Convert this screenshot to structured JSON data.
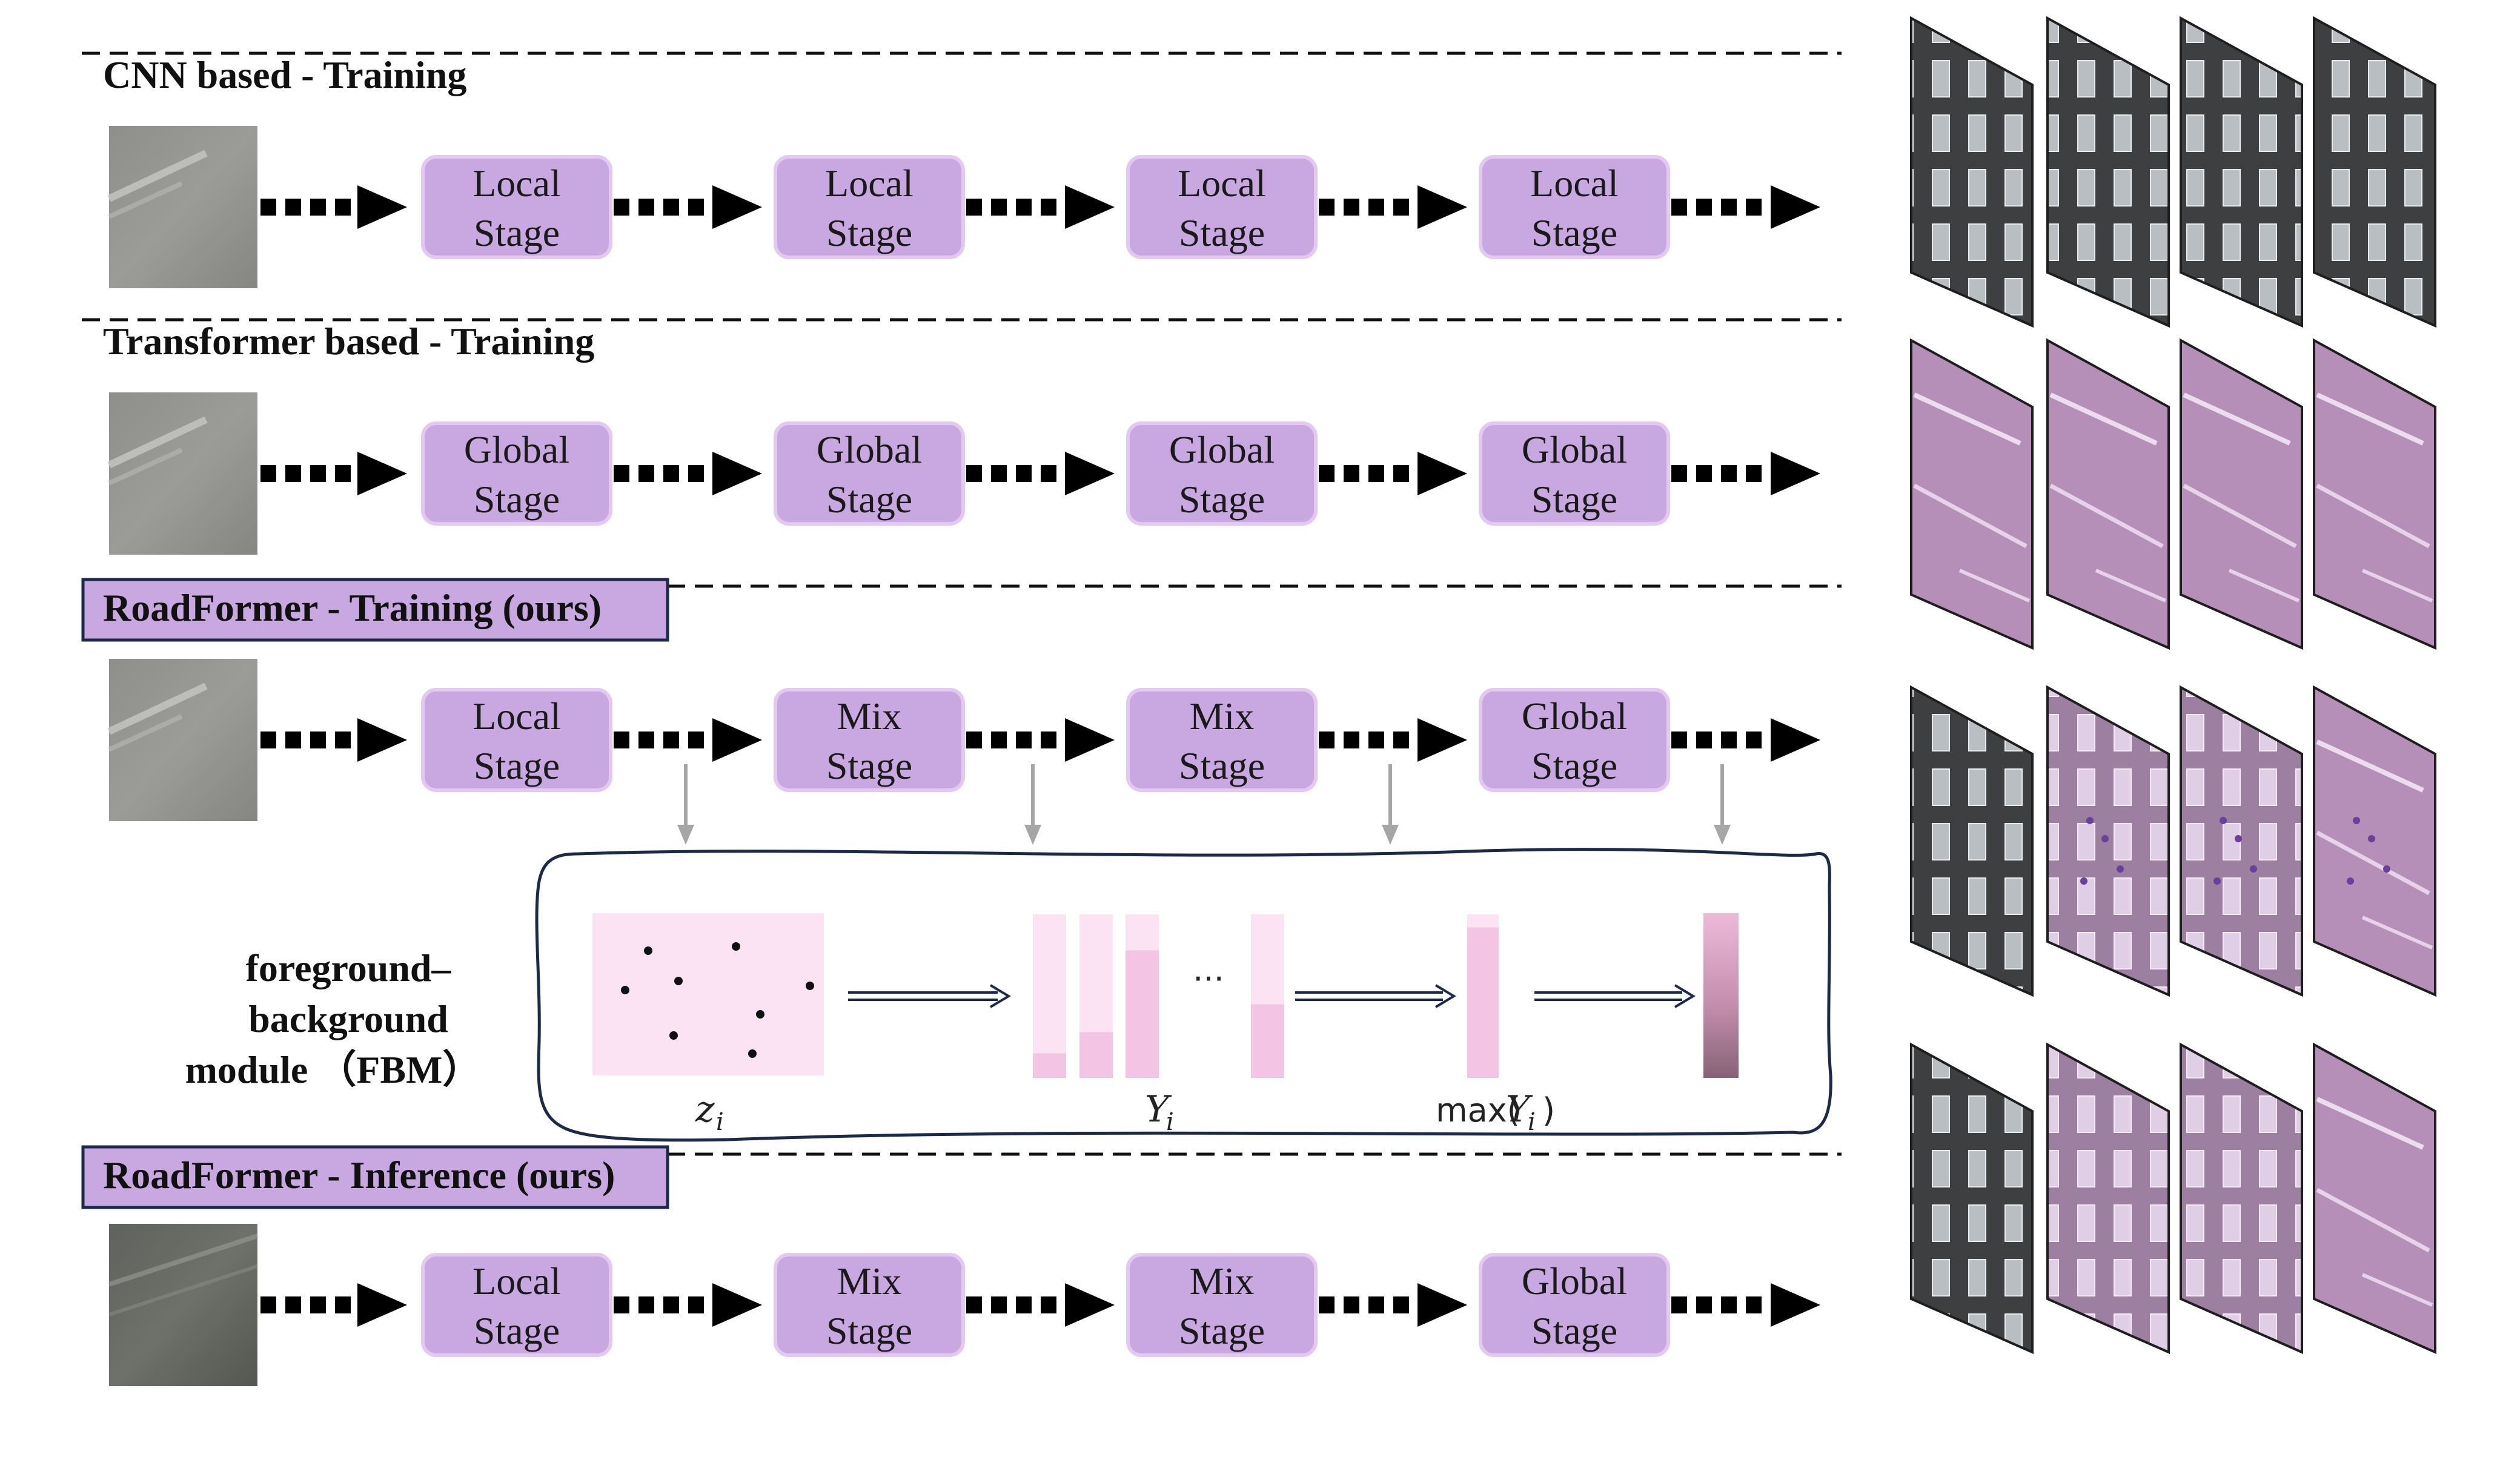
{
  "rows": [
    {
      "title": "CNN based - Training",
      "highlight": false,
      "stages": [
        [
          "Local",
          "Stage"
        ],
        [
          "Local",
          "Stage"
        ],
        [
          "Local",
          "Stage"
        ],
        [
          "Local",
          "Stage"
        ]
      ],
      "feature_style": [
        "gray",
        "gray",
        "gray",
        "gray"
      ]
    },
    {
      "title": "Transformer based - Training",
      "highlight": false,
      "stages": [
        [
          "Global",
          "Stage"
        ],
        [
          "Global",
          "Stage"
        ],
        [
          "Global",
          "Stage"
        ],
        [
          "Global",
          "Stage"
        ]
      ],
      "feature_style": [
        "purple",
        "purple",
        "purple",
        "purple"
      ]
    },
    {
      "title": "RoadFormer - Training (ours)",
      "highlight": true,
      "stages": [
        [
          "Local",
          "Stage"
        ],
        [
          "Mix",
          "Stage"
        ],
        [
          "Mix",
          "Stage"
        ],
        [
          "Global",
          "Stage"
        ]
      ],
      "feature_style": [
        "gray",
        "mixed",
        "mixed",
        "purple"
      ]
    },
    {
      "title": "RoadFormer - Inference (ours)",
      "highlight": true,
      "stages": [
        [
          "Local",
          "Stage"
        ],
        [
          "Mix",
          "Stage"
        ],
        [
          "Mix",
          "Stage"
        ],
        [
          "Global",
          "Stage"
        ]
      ],
      "feature_style": [
        "gray",
        "mixed",
        "mixed",
        "purple"
      ]
    }
  ],
  "fbm": {
    "label_lines": [
      "foreground–",
      "background",
      "module （FBM）"
    ],
    "z_label": "z",
    "z_sub": "i",
    "y_label": "Y",
    "y_sub": "i",
    "max_label": "max(",
    "max_var": "Y",
    "max_sub": "i",
    "max_close": ")",
    "ellipsis": "···",
    "y_bars": [
      0.15,
      0.28,
      0.78,
      0.45
    ],
    "max_bar": 0.92
  },
  "colors": {
    "stage_fill": "#c9a7e0",
    "stage_stroke": "#e3c9f0",
    "highlight_fill": "#c9a7e0",
    "highlight_stroke": "#1c2a4a",
    "bar_light": "#fbe3f3",
    "bar_dark": "#f3c4e4",
    "fbm_border": "#1c2a4a",
    "arrow": "#000000",
    "gray_arrow": "#a6a6a6"
  }
}
